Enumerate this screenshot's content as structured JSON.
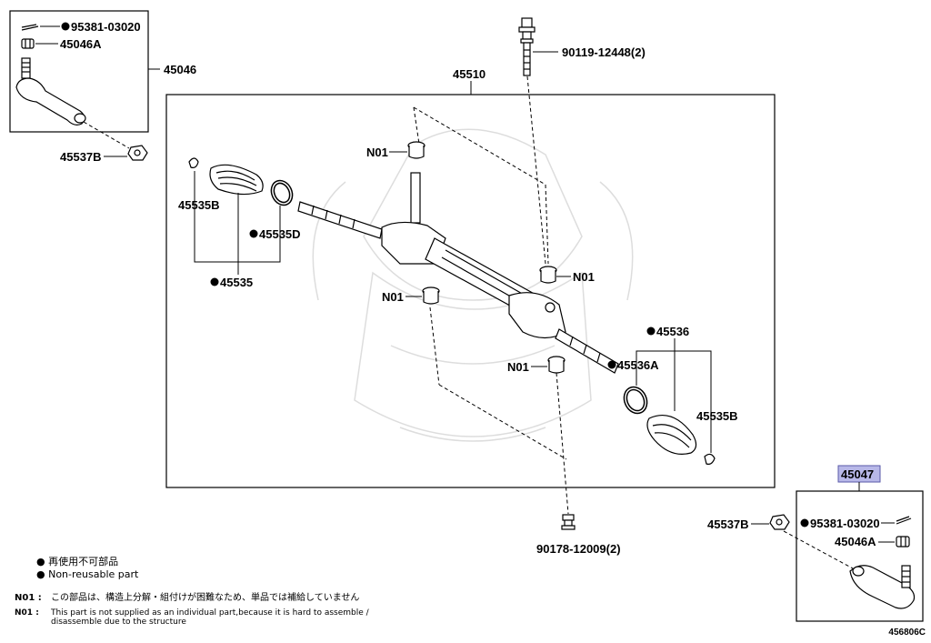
{
  "callouts": {
    "top_left_95381": "95381-03020",
    "top_left_45046a": "45046A",
    "top_left_45046": "45046",
    "top_left_45537b": "45537B",
    "top_90119": "90119-12448(2)",
    "assembly_45510": "45510",
    "n01_top": "N01",
    "n01_right": "N01",
    "n01_left": "N01",
    "n01_bottom": "N01",
    "left_45535b": "45535B",
    "left_45535d": "45535D",
    "left_45535": "45535",
    "right_45536": "45536",
    "right_45536a": "45536A",
    "right_45535b": "45535B",
    "bottom_90178": "90178-12009(2)",
    "box_45047": "45047",
    "bottom_right_45537b": "45537B",
    "bottom_right_95381": "95381-03020",
    "bottom_right_45046a": "45046A"
  },
  "legend": {
    "jp": "● 再使用不可部品",
    "en": "● Non-reusable part"
  },
  "notes": [
    {
      "code": "N01 :",
      "text": "この部品は、構造上分解・組付けが困難なため、単品では補給していません"
    },
    {
      "code": "N01 :",
      "text": "This part is not supplied as an individual part,because it is hard to assemble /\ndisassemble due to the structure"
    }
  ],
  "diagram_id": "456806C",
  "colors": {
    "highlight_fill": "#b8b8e8",
    "highlight_stroke": "#5a5aa8",
    "ink": "#000000"
  }
}
